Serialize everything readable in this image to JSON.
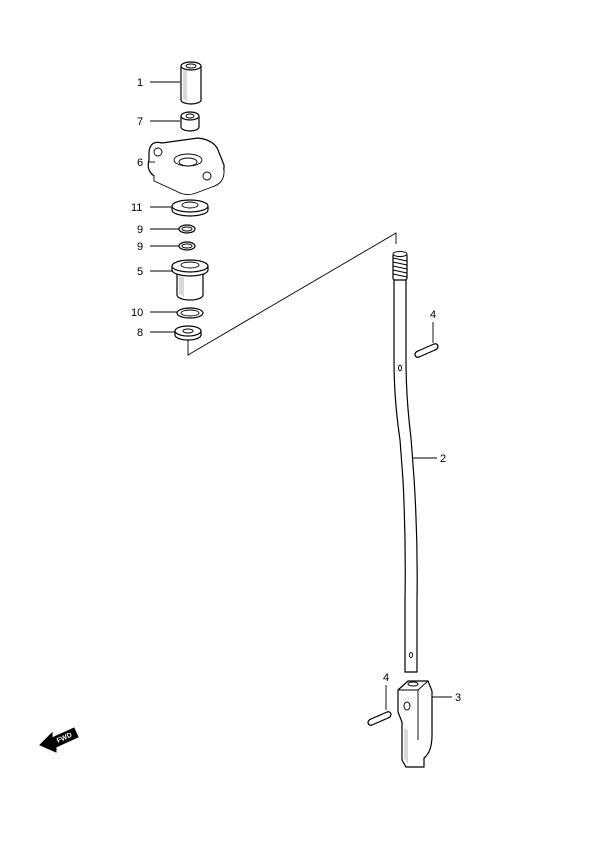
{
  "callouts": {
    "p1": "1",
    "p7": "7",
    "p6": "6",
    "p11": "11",
    "p9a": "9",
    "p9b": "9",
    "p5": "5",
    "p10": "10",
    "p8": "8",
    "p4a": "4",
    "p2": "2",
    "p4b": "4",
    "p3": "3"
  },
  "fwd_label": "FWD"
}
